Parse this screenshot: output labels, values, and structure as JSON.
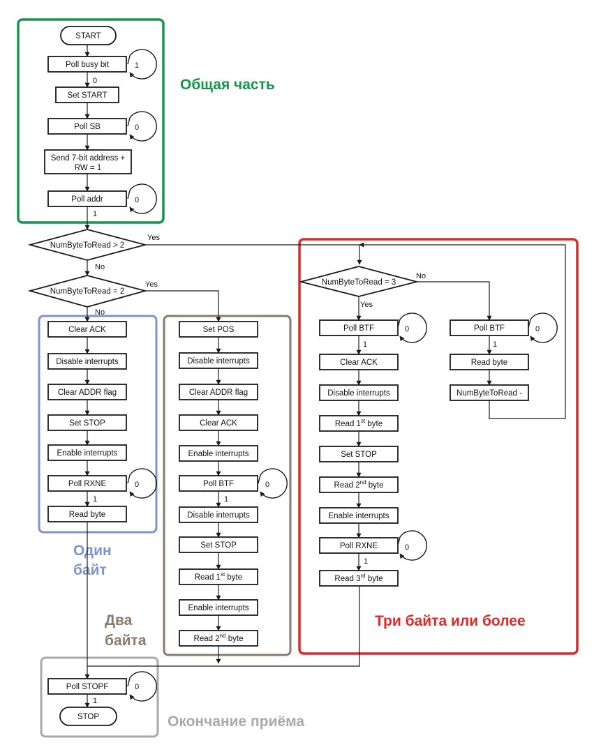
{
  "colors": {
    "common": "#15964b",
    "one_byte": "#7f93cc",
    "two_bytes": "#8a7a6b",
    "three_bytes": "#e0282a",
    "end": "#a9a9a9"
  },
  "labels": {
    "one": "1",
    "zero": "0",
    "yes": "Yes",
    "no": "No"
  },
  "regions": {
    "common": "Общая часть",
    "one_byte_line1": "Один",
    "one_byte_line2": "байт",
    "two_bytes_line1": "Два",
    "two_bytes_line2": "байта",
    "three_bytes": "Три байта или более",
    "end": "Окончание приёма"
  },
  "common": {
    "start": "START",
    "poll_busy": "Poll busy bit",
    "set_start": "Set START",
    "poll_sb": "Poll SB",
    "send_addr_line1": "Send 7-bit address +",
    "send_addr_line2": "RW = 1",
    "poll_addr": "Poll addr"
  },
  "decisions": {
    "gt2": "NumByteToRead > 2",
    "eq2": "NumByteToRead = 2",
    "eq3": "NumByteToRead = 3"
  },
  "one_byte": {
    "clear_ack": "Clear ACK",
    "disable_int": "Disable interrupts",
    "clear_addr": "Clear ADDR flag",
    "set_stop": "Set STOP",
    "enable_int": "Enable interrupts",
    "poll_rxne": "Poll RXNE",
    "read_byte": "Read byte"
  },
  "two_bytes": {
    "set_pos": "Set POS",
    "disable_int": "Disable interrupts",
    "clear_addr": "Clear ADDR flag",
    "clear_ack": "Clear ACK",
    "enable_int": "Enable interrupts",
    "poll_btf": "Poll BTF",
    "disable_int2": "Disable interrupts",
    "set_stop": "Set STOP",
    "read1_pre": "Read 1",
    "read1_sup": "st",
    "read1_post": " byte",
    "enable_int2": "Enable interrupts",
    "read2_pre": "Read 2",
    "read2_sup": "nd",
    "read2_post": " byte"
  },
  "three_bytes": {
    "poll_btf": "Poll BTF",
    "clear_ack": "Clear ACK",
    "disable_int": "Disable interrupts",
    "read1_pre": "Read 1",
    "read1_sup": "st",
    "read1_post": " byte",
    "set_stop": "Set STOP",
    "read2_pre": "Read 2",
    "read2_sup": "nd",
    "read2_post": " byte",
    "enable_int": "Enable interrupts",
    "poll_rxne": "Poll RXNE",
    "read3_pre": "Read 3",
    "read3_sup": "rd",
    "read3_post": " byte",
    "loop_poll_btf": "Poll BTF",
    "loop_read_byte": "Read byte",
    "loop_decrement": "NumByteToRead -"
  },
  "end": {
    "poll_stopf": "Poll STOPF",
    "stop": "STOP"
  }
}
